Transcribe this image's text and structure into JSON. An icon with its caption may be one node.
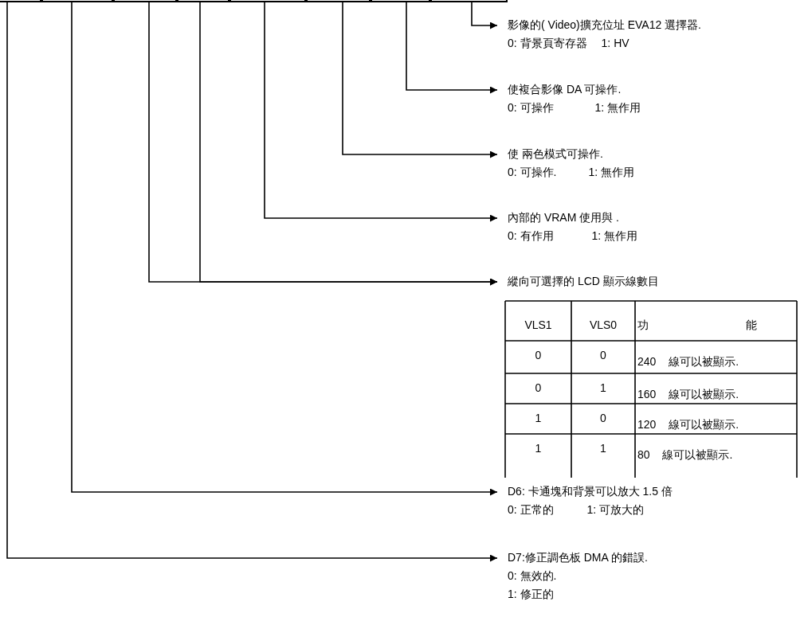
{
  "diagram": {
    "nodes": [
      {
        "text": [],
        "shape": "box"
      },
      {
        "text": [],
        "shape": "box"
      },
      {
        "text": [],
        "shape": "box"
      },
      {
        "text": [],
        "shape": "box"
      },
      {
        "text": [],
        "shape": "box"
      },
      {
        "text": [],
        "shape": "box"
      },
      {
        "text": [],
        "shape": "box"
      },
      {
        "text": [],
        "shape": "box"
      },
      {
        "text": [
          "影像的( Video)擴充位址 EVA12 選擇器.",
          "0: 背景頁寄存器",
          "1: HV"
        ]
      },
      {
        "text": [
          "使複合影像 DA 可操作.",
          "0: 可操作",
          "1: 無作用"
        ]
      },
      {
        "text": [
          "使 兩色模式可操作.",
          "0: 可操作.",
          "1: 無作用"
        ]
      },
      {
        "text": [
          "內部的 VRAM 使用與 .",
          "0: 有作用",
          "1: 無作用"
        ]
      },
      {
        "text": [
          "縱向可選擇的 LCD 顯示線數目"
        ]
      },
      {
        "text": [
          "D6: 卡通塊和背景可以放大 1.5 倍",
          "0: 正常的",
          "1: 可放大的"
        ]
      },
      {
        "text": [
          "D7:修正調色板 DMA 的錯誤.",
          "0: 無效的.",
          "1: 修正的"
        ]
      }
    ],
    "edges": [
      {
        "from": 7,
        "to": 8,
        "arrow": "to"
      },
      {
        "from": 6,
        "to": 9,
        "arrow": "to"
      },
      {
        "from": 5,
        "to": 10,
        "arrow": "to"
      },
      {
        "from": 4,
        "to": 11,
        "arrow": "to"
      },
      {
        "from": 2,
        "to": 12,
        "arrow": "to"
      },
      {
        "from": 3,
        "to": 12,
        "arrow": "to"
      },
      {
        "from": 1,
        "to": 13,
        "arrow": "to"
      },
      {
        "from": 0,
        "to": 14,
        "arrow": "to"
      }
    ],
    "labels": [
      "VLS1",
      "VLS0",
      "功 能",
      "0",
      "0",
      "240 線可以被顯示.",
      "0",
      "1",
      "160 線可以被顯示.",
      "1",
      "0",
      "120 線可以被顯示.",
      "1",
      "1",
      "80 線可以被顯示."
    ]
  }
}
